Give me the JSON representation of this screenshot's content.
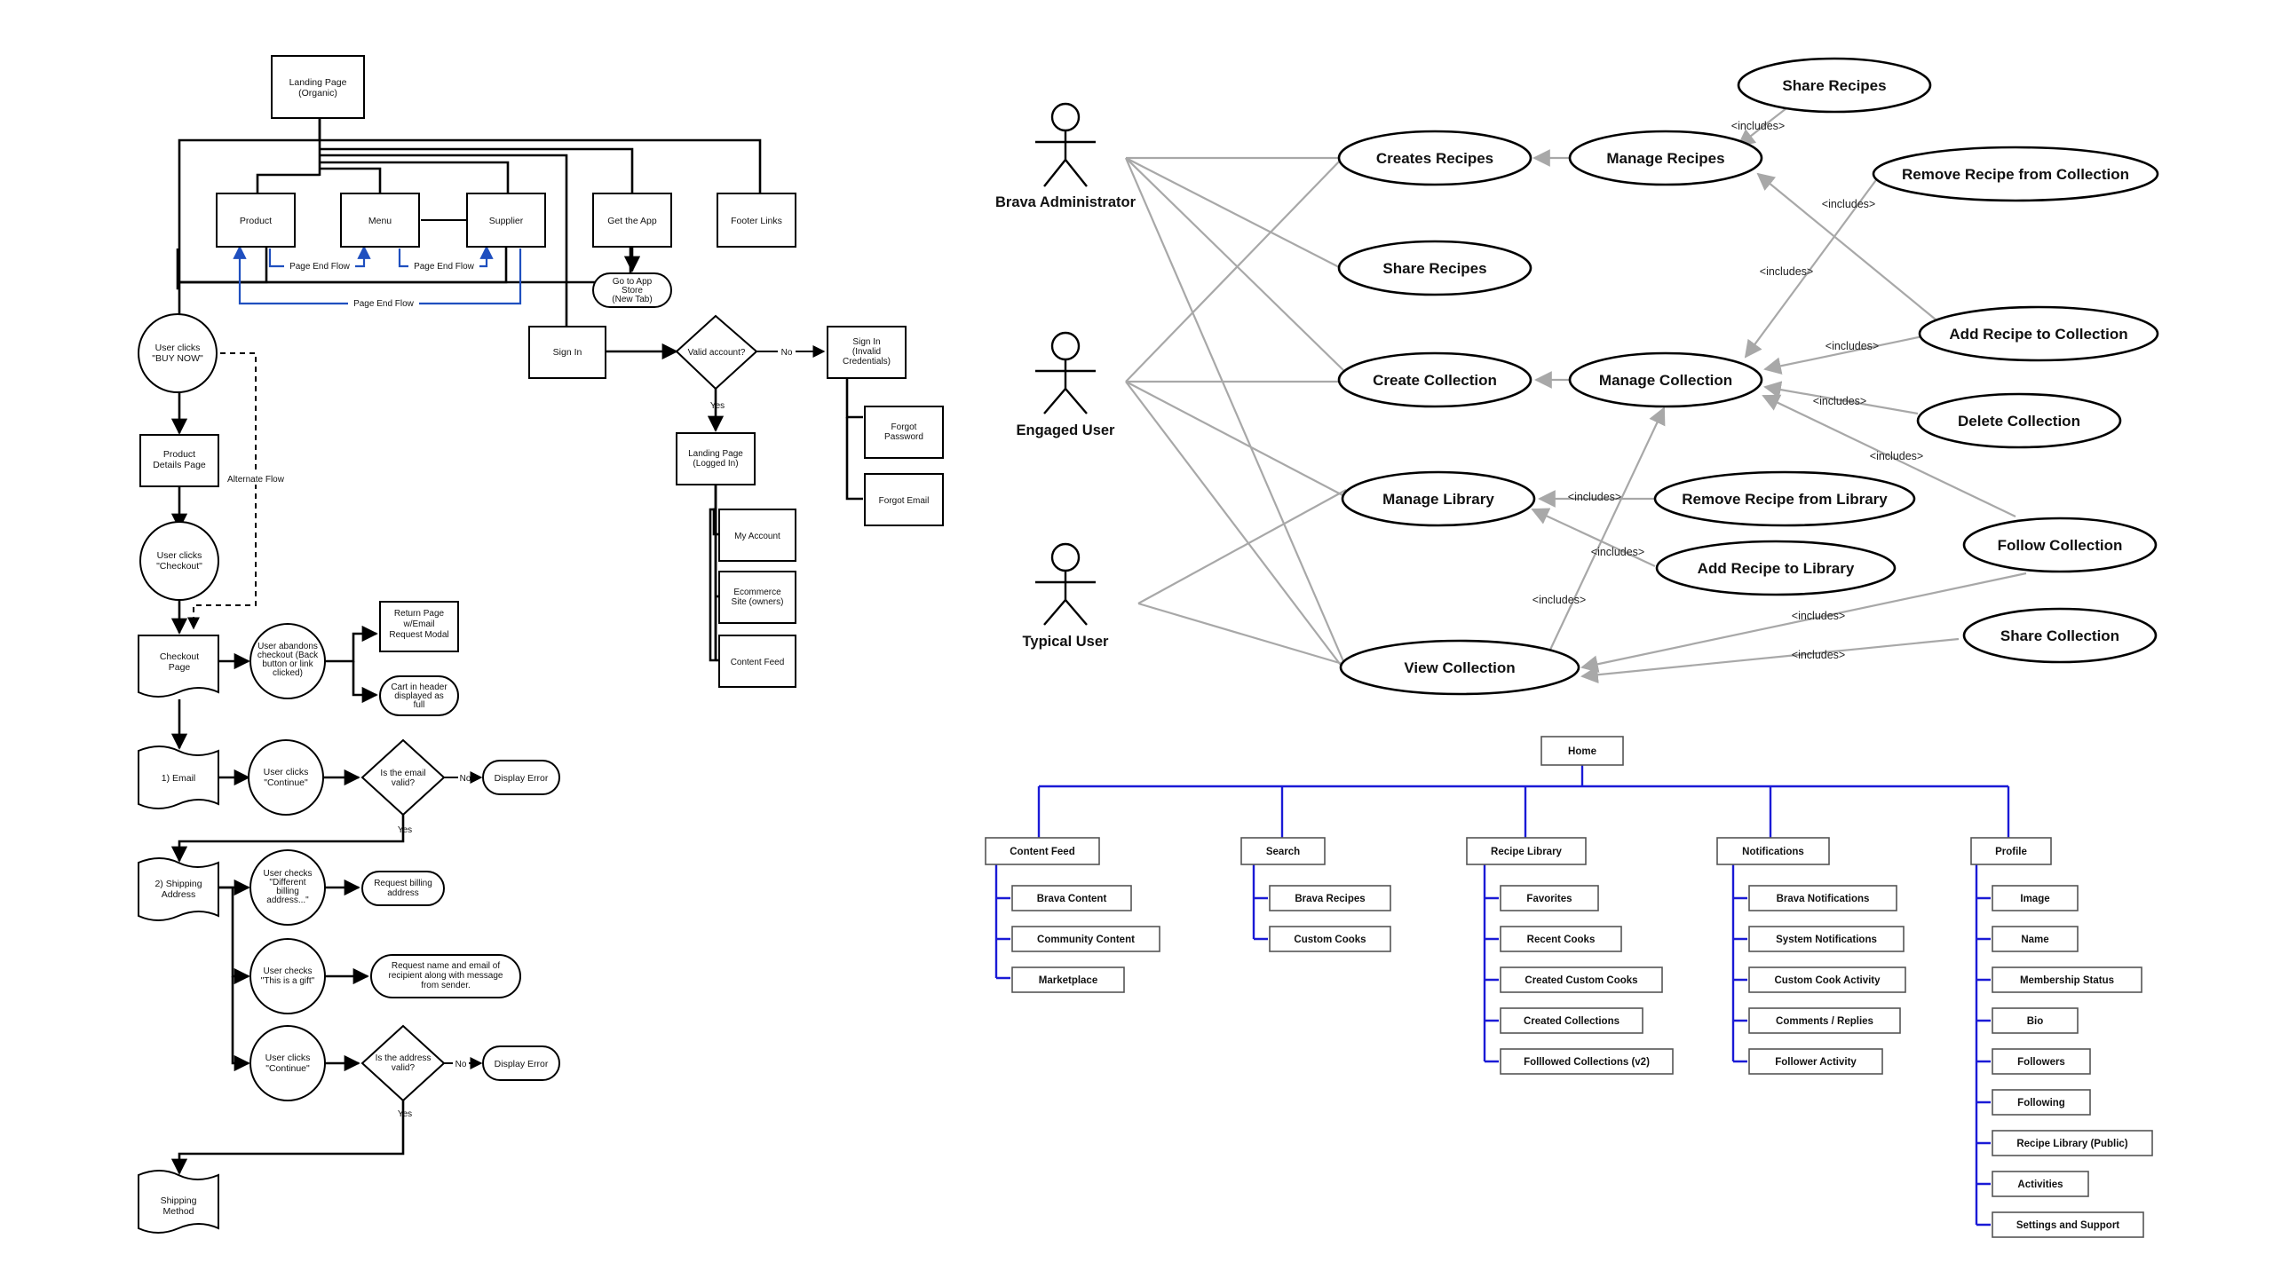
{
  "flowchart": {
    "landing_page": [
      "Landing Page",
      "(Organic)"
    ],
    "product": "Product",
    "menu": "Menu",
    "supplier": "Supplier",
    "get_the_app": "Get the App",
    "footer_links": "Footer Links",
    "go_to_app_store": [
      "Go to App",
      "Store",
      "(New Tab)"
    ],
    "page_end_flow_1": "Page End Flow",
    "page_end_flow_2": "Page End Flow",
    "page_end_flow_3": "Page End Flow",
    "user_clicks_buy_now": [
      "User clicks",
      "\"BUY NOW\""
    ],
    "product_details_page": [
      "Product",
      "Details Page"
    ],
    "alternate_flow": "Alternate Flow",
    "user_clicks_checkout": [
      "User clicks",
      "\"Checkout\""
    ],
    "checkout_page": [
      "Checkout",
      "Page"
    ],
    "user_abandons": [
      "User abandons",
      "checkout (Back",
      "button or link",
      "clicked)"
    ],
    "return_page": [
      "Return Page",
      "w/Email",
      "Request Modal"
    ],
    "cart_in_header": [
      "Cart in header",
      "displayed as",
      "full"
    ],
    "email": "1) Email",
    "user_clicks_continue_1": [
      "User clicks",
      "\"Continue\""
    ],
    "is_email_valid": [
      "Is the email",
      "valid?"
    ],
    "no_1": "No",
    "display_error_1": "Display Error",
    "yes_1": "Yes",
    "shipping_address": [
      "2) Shipping",
      "Address"
    ],
    "user_checks_billing": [
      "User checks",
      "\"Different",
      "billing",
      "address...\""
    ],
    "request_billing": [
      "Request billing",
      "address"
    ],
    "user_checks_gift": [
      "User checks",
      "\"This is a gift\""
    ],
    "request_name_email": [
      "Request name and email of",
      "recipient along with message",
      "from sender."
    ],
    "user_clicks_continue_2": [
      "User clicks",
      "\"Continue\""
    ],
    "is_address_valid": [
      "Is the address",
      "valid?"
    ],
    "no_2": "No",
    "display_error_2": "Display Error",
    "yes_2": "Yes",
    "shipping_method": [
      "Shipping",
      "Method"
    ],
    "sign_in": "Sign In",
    "valid_account": "Valid account?",
    "no_3": "No",
    "yes_3": "Yes",
    "sign_in_invalid": [
      "Sign In",
      "(Invalid",
      "Credentials)"
    ],
    "forgot_password": [
      "Forgot",
      "Password"
    ],
    "forgot_email": "Forgot Email",
    "landing_page_logged_in": [
      "Landing Page",
      "(Logged In)"
    ],
    "my_account": "My Account",
    "ecommerce_site": [
      "Ecommerce",
      "Site (owners)"
    ],
    "content_feed": "Content Feed"
  },
  "use_case": {
    "actors": {
      "admin": "Brava Administrator",
      "engaged": "Engaged User",
      "typical": "Typical User"
    },
    "use_cases": {
      "creates_recipes": "Creates Recipes",
      "share_recipes_left": "Share Recipes",
      "create_collection": "Create Collection",
      "manage_library": "Manage Library",
      "view_collection": "View Collection",
      "manage_recipes": "Manage Recipes",
      "manage_collection": "Manage Collection",
      "share_recipes_top": "Share Recipes",
      "remove_recipe_from_collection": "Remove Recipe from Collection",
      "add_recipe_to_collection": "Add Recipe to Collection",
      "delete_collection": "Delete Collection",
      "follow_collection": "Follow Collection",
      "share_collection": "Share Collection",
      "remove_recipe_from_library": "Remove Recipe from Library",
      "add_recipe_to_library": "Add Recipe to Library"
    },
    "includes_label": "<includes>"
  },
  "sitemap": {
    "home": "Home",
    "columns": [
      {
        "title": "Content Feed",
        "items": [
          "Brava Content",
          "Community Content",
          "Marketplace"
        ]
      },
      {
        "title": "Search",
        "items": [
          "Brava Recipes",
          "Custom Cooks"
        ]
      },
      {
        "title": "Recipe Library",
        "items": [
          "Favorites",
          "Recent Cooks",
          "Created Custom Cooks",
          "Created Collections",
          "Folllowed Collections (v2)"
        ]
      },
      {
        "title": "Notifications",
        "items": [
          "Brava Notifications",
          "System Notifications",
          "Custom Cook Activity",
          "Comments / Replies",
          "Follower Activity"
        ]
      },
      {
        "title": "Profile",
        "items": [
          "Image",
          "Name",
          "Membership Status",
          "Bio",
          "Followers",
          "Following",
          "Recipe Library (Public)",
          "Activities",
          "Settings and Support"
        ]
      }
    ]
  }
}
